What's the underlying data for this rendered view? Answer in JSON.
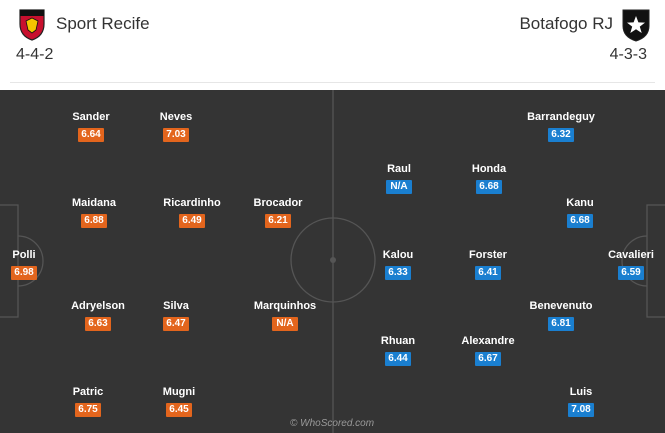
{
  "home": {
    "name": "Sport Recife",
    "formation": "4-4-2",
    "crest_color": "#c8102e",
    "players": [
      {
        "name": "Sander",
        "rating": "6.64"
      },
      {
        "name": "Neves",
        "rating": "7.03"
      },
      {
        "name": "Maidana",
        "rating": "6.88"
      },
      {
        "name": "Ricardinho",
        "rating": "6.49"
      },
      {
        "name": "Brocador",
        "rating": "6.21"
      },
      {
        "name": "Polli",
        "rating": "6.98"
      },
      {
        "name": "Adryelson",
        "rating": "6.63"
      },
      {
        "name": "Silva",
        "rating": "6.47"
      },
      {
        "name": "Marquinhos",
        "rating": "N/A"
      },
      {
        "name": "Patric",
        "rating": "6.75"
      },
      {
        "name": "Mugni",
        "rating": "6.45"
      }
    ]
  },
  "away": {
    "name": "Botafogo RJ",
    "formation": "4-3-3",
    "crest_color": "#111111",
    "players": [
      {
        "name": "Barrandeguy",
        "rating": "6.32"
      },
      {
        "name": "Raul",
        "rating": "N/A"
      },
      {
        "name": "Honda",
        "rating": "6.68"
      },
      {
        "name": "Kanu",
        "rating": "6.68"
      },
      {
        "name": "Kalou",
        "rating": "6.33"
      },
      {
        "name": "Forster",
        "rating": "6.41"
      },
      {
        "name": "Cavalieri",
        "rating": "6.59"
      },
      {
        "name": "Benevenuto",
        "rating": "6.81"
      },
      {
        "name": "Rhuan",
        "rating": "6.44"
      },
      {
        "name": "Alexandre",
        "rating": "6.67"
      },
      {
        "name": "Luis",
        "rating": "7.08"
      }
    ]
  },
  "colors": {
    "pitch": "#343434",
    "home_rating": "#e3651d",
    "away_rating": "#1a7fd0"
  },
  "watermark": "© WhoScored.com"
}
